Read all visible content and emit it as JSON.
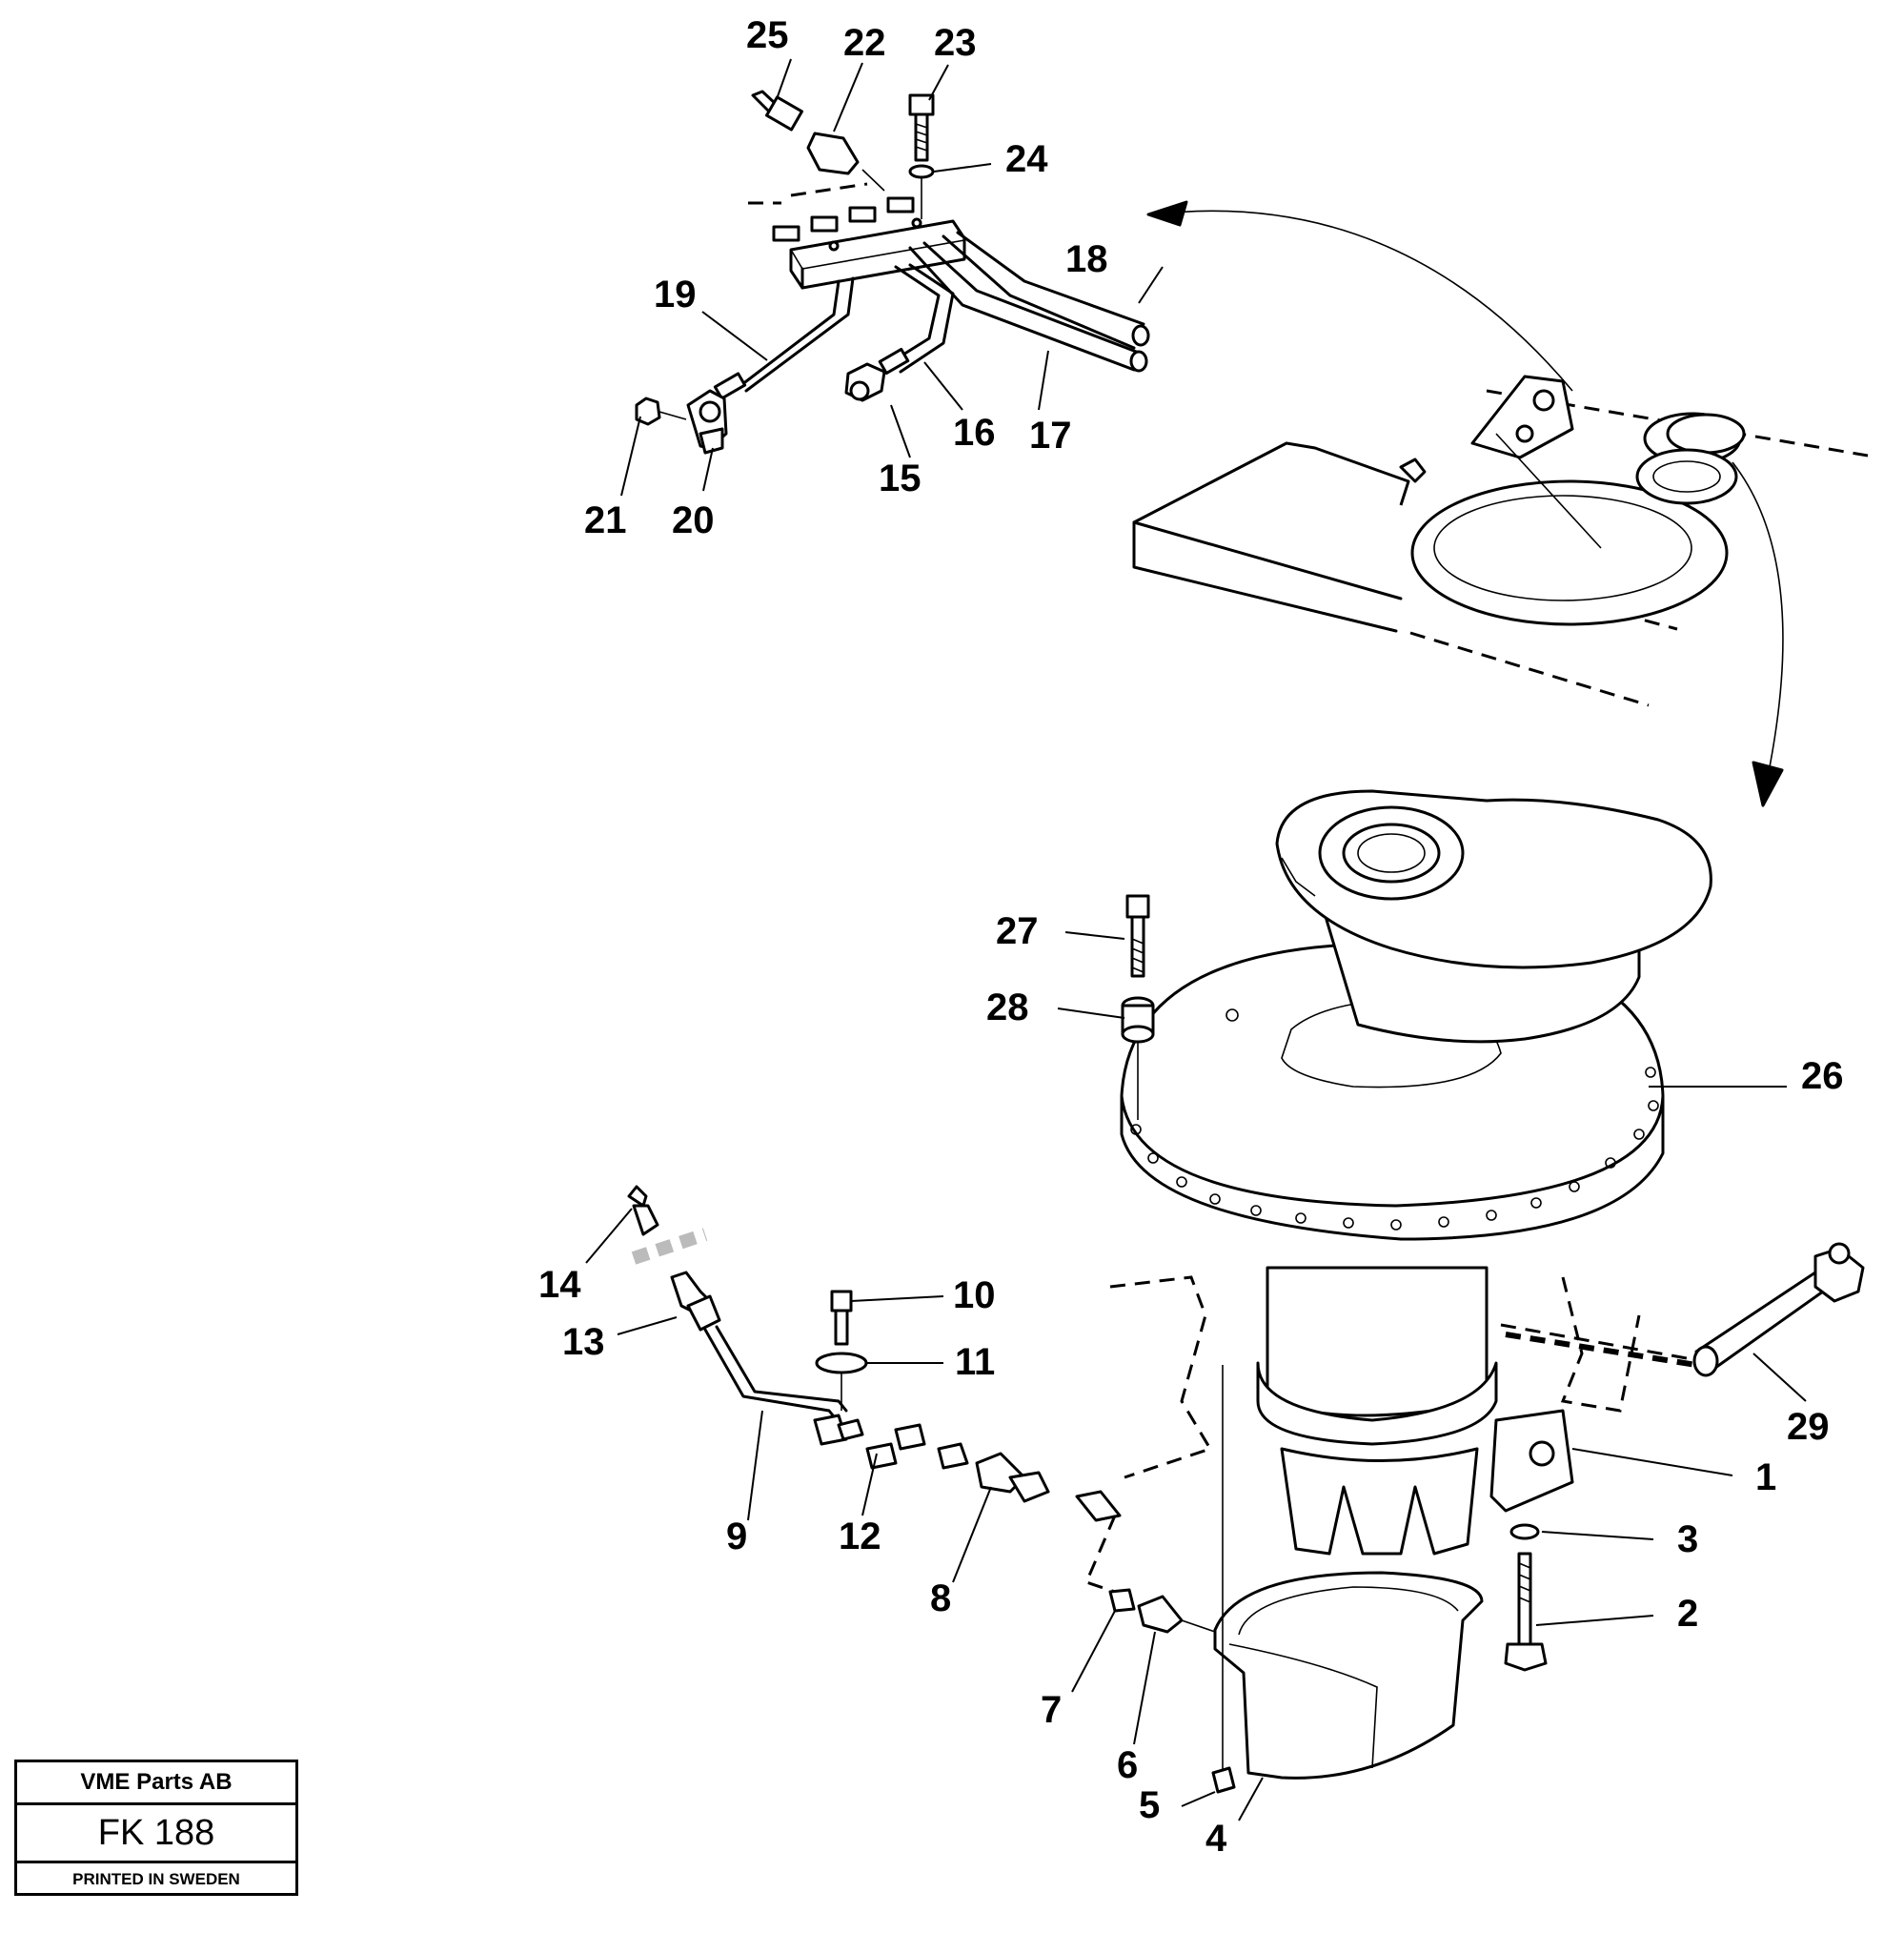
{
  "callouts": [
    {
      "id": "c1",
      "text": "1"
    },
    {
      "id": "c2",
      "text": "2"
    },
    {
      "id": "c3",
      "text": "3"
    },
    {
      "id": "c4",
      "text": "4"
    },
    {
      "id": "c5",
      "text": "5"
    },
    {
      "id": "c6",
      "text": "6"
    },
    {
      "id": "c7",
      "text": "7"
    },
    {
      "id": "c8",
      "text": "8"
    },
    {
      "id": "c9",
      "text": "9"
    },
    {
      "id": "c10",
      "text": "10"
    },
    {
      "id": "c11",
      "text": "11"
    },
    {
      "id": "c12",
      "text": "12"
    },
    {
      "id": "c13",
      "text": "13"
    },
    {
      "id": "c14",
      "text": "14"
    },
    {
      "id": "c15",
      "text": "15"
    },
    {
      "id": "c16",
      "text": "16"
    },
    {
      "id": "c17",
      "text": "17"
    },
    {
      "id": "c18",
      "text": "18"
    },
    {
      "id": "c19",
      "text": "19"
    },
    {
      "id": "c20",
      "text": "20"
    },
    {
      "id": "c21",
      "text": "21"
    },
    {
      "id": "c22",
      "text": "22"
    },
    {
      "id": "c23",
      "text": "23"
    },
    {
      "id": "c24",
      "text": "24"
    },
    {
      "id": "c25",
      "text": "25"
    },
    {
      "id": "c26",
      "text": "26"
    },
    {
      "id": "c27",
      "text": "27"
    },
    {
      "id": "c28",
      "text": "28"
    },
    {
      "id": "c29",
      "text": "29"
    }
  ],
  "title_block": {
    "company": "VME Parts AB",
    "code": "FK 188",
    "footer": "PRINTED IN SWEDEN"
  }
}
